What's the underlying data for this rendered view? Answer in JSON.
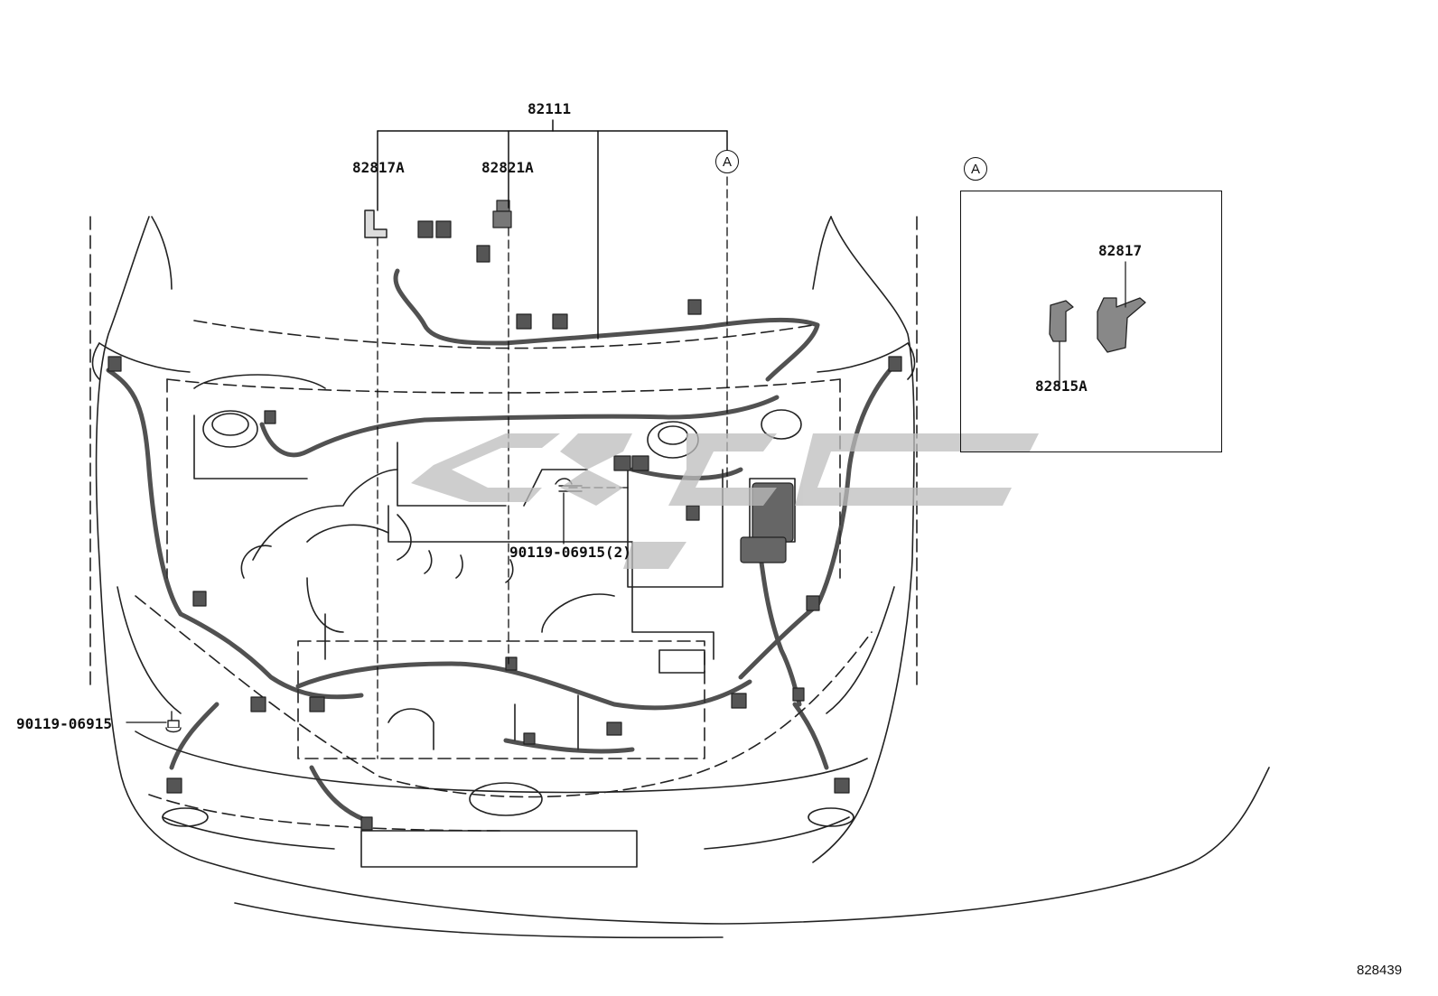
{
  "labels": {
    "harness_assembly": "82111",
    "protector_left": "82817A",
    "clamp": "82821A",
    "bolt_center": "90119-06915(2)",
    "bolt_left": "90119-06915",
    "detail_protector": "82817",
    "detail_clamp": "82815A"
  },
  "callouts": {
    "view_marker": "A",
    "detail_marker": "A"
  },
  "reference_number": "828439"
}
